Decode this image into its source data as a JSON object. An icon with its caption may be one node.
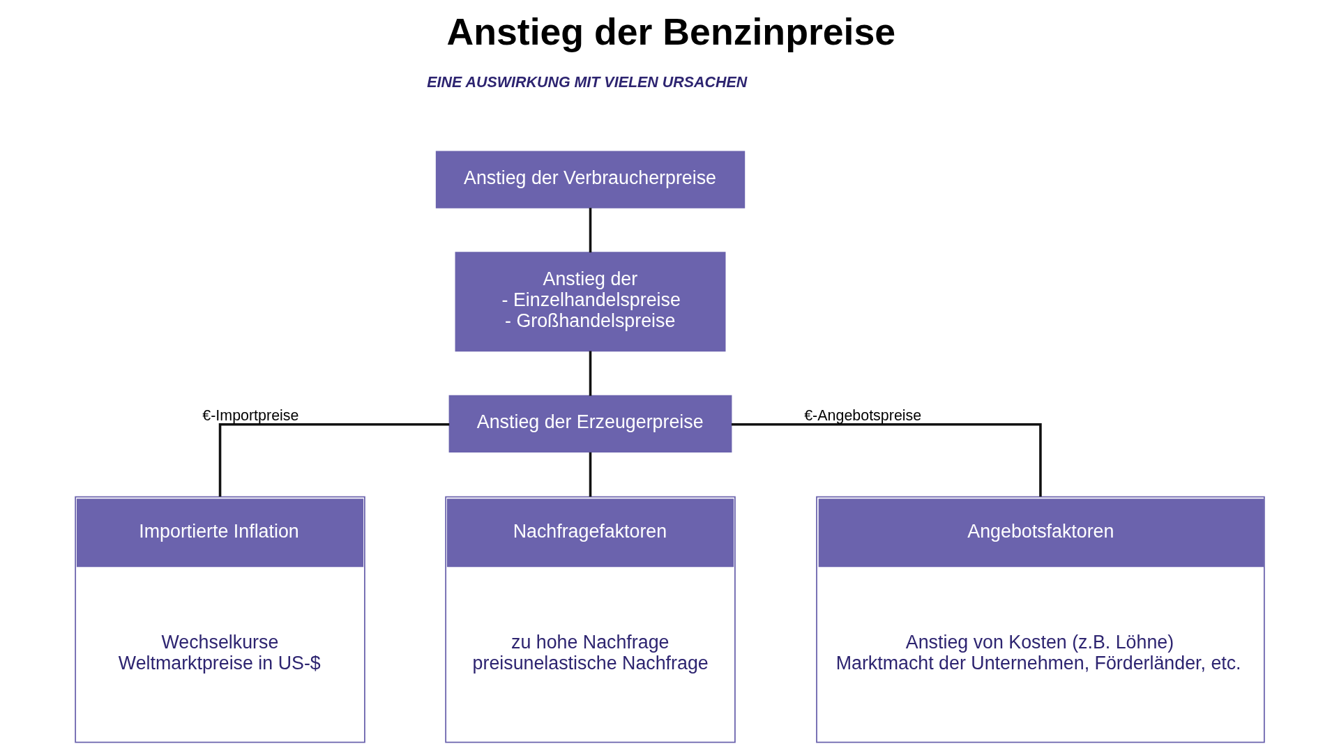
{
  "diagram": {
    "title": "Anstieg der Benzinpreise",
    "nodes": [
      {
        "text": [
          "Anstieg der Verbraucherpreise"
        ]
      },
      {
        "text": [
          "Anstieg der",
          "- Einzelhandelspreise",
          "- Großhandelspreise"
        ]
      },
      {
        "text": [
          "Anstieg der Erzeugerpreise"
        ]
      },
      {
        "text": [
          "Importierte Inflation",
          "Wechselkurse",
          "Weltmarktpreise in US-$"
        ]
      },
      {
        "text": [
          "Nachfragefaktoren",
          "zu hohe Nachfrage",
          "preisunelastische Nachfrage"
        ]
      },
      {
        "text": [
          "Angebotsfaktoren",
          "Anstieg von Kosten (z.B. Löhne)",
          "Marktmacht der Unternehmen, Förderländer, etc."
        ]
      }
    ],
    "edges": [
      {
        "from": 0,
        "to": 1,
        "arrow": "none"
      },
      {
        "from": 1,
        "to": 2,
        "arrow": "none"
      },
      {
        "from": 2,
        "to": 3,
        "arrow": "none",
        "label": "€-Importpreise"
      },
      {
        "from": 2,
        "to": 4,
        "arrow": "none"
      },
      {
        "from": 2,
        "to": 5,
        "arrow": "none",
        "label": "€-Angebotspreise"
      }
    ],
    "labels": [
      "EINE AUSWIRKUNG MIT VIELEN URSACHEN"
    ]
  }
}
